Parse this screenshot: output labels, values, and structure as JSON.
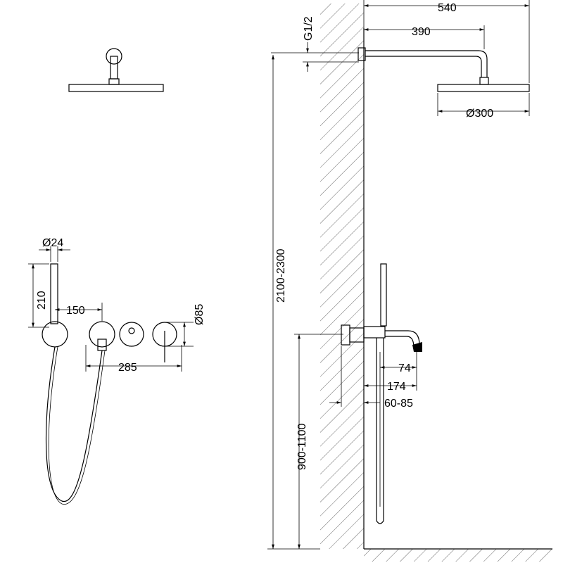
{
  "dimensions": {
    "total_projection": "540",
    "arm_length": "390",
    "thread": "G1/2",
    "head_diameter": "Ø300",
    "head_height": "2100-2300",
    "handshower_diameter": "Ø24",
    "handshower_length": "210",
    "outlet_spacing": "150",
    "plate_diameter": "Ø85",
    "overall_width": "285",
    "spout_length": "74",
    "spout_projection": "174",
    "wall_depth": "60-85",
    "mixer_height": "900-1100"
  },
  "colors": {
    "line": "#000000",
    "background": "#ffffff"
  }
}
